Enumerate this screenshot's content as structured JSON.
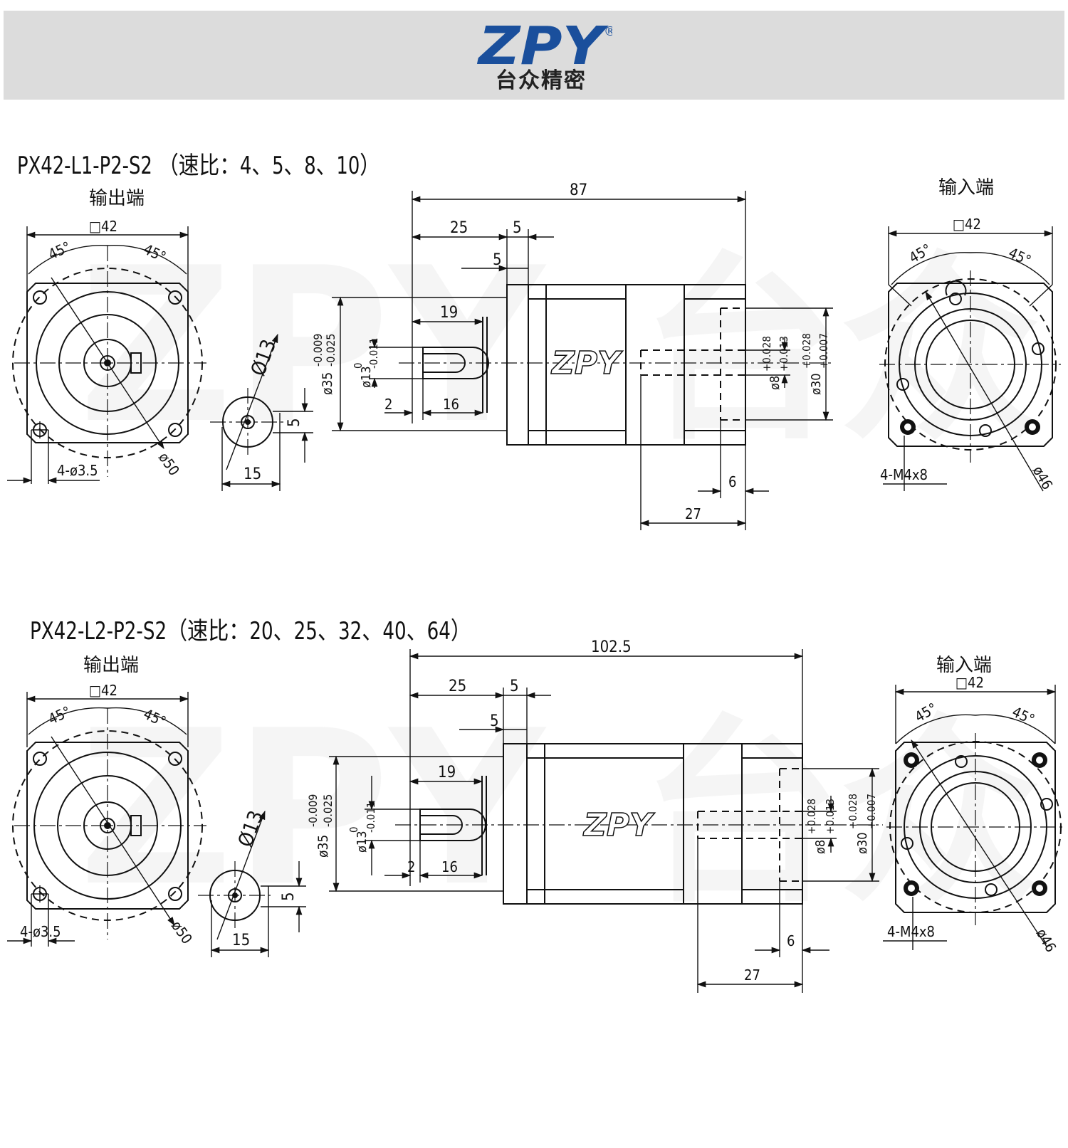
{
  "brand": {
    "name": "ZPY",
    "registered": "®",
    "subtitle": "台众精密",
    "colors": {
      "blue": "#1a4f9c",
      "header_bg": "#dcdcdc",
      "line": "#111111"
    }
  },
  "sections": [
    {
      "title": "PX42-L1-P2-S2 （速比：4、5、8、10）",
      "output_label": "输出端",
      "input_label": "输入端",
      "output_flange": {
        "square": "□42",
        "angle_left": "45°",
        "angle_right": "45°",
        "holes": "4-ø3.5",
        "pcd": "ø50"
      },
      "key": {
        "diameter": "Ø13",
        "width": "15",
        "height": "5"
      },
      "side": {
        "overall": "87",
        "d25": "25",
        "d5a": "5",
        "d5b": "5",
        "d19": "19",
        "d2": "2",
        "d16": "16",
        "pilot": "ø35",
        "pilot_tol_up": "-0.009",
        "pilot_tol_low": "-0.025",
        "shaft": "ø13",
        "shaft_tol_up": "0",
        "shaft_tol_low": "-0.011",
        "bore": "ø8",
        "bore_tol_up": "+0.028",
        "bore_tol_low": "+0.013",
        "input_pilot": "ø30",
        "input_pilot_tol_up": "+0.028",
        "input_pilot_tol_low": "+0.007",
        "d6": "6",
        "d27": "27"
      },
      "input_flange": {
        "square": "□42",
        "angle_left": "45°",
        "angle_right": "45°",
        "holes": "4-M4x8",
        "pcd": "ø46"
      }
    },
    {
      "title": "PX42-L2-P2-S2（速比：20、25、32、40、64）",
      "output_label": "输出端",
      "input_label": "输入端",
      "output_flange": {
        "square": "□42",
        "angle_left": "45°",
        "angle_right": "45°",
        "holes": "4-ø3.5",
        "pcd": "ø50"
      },
      "key": {
        "diameter": "Ø13",
        "width": "15",
        "height": "5"
      },
      "side": {
        "overall": "102.5",
        "d25": "25",
        "d5a": "5",
        "d5b": "5",
        "d19": "19",
        "d2": "2",
        "d16": "16",
        "pilot": "ø35",
        "pilot_tol_up": "-0.009",
        "pilot_tol_low": "-0.025",
        "shaft": "ø13",
        "shaft_tol_up": "0",
        "shaft_tol_low": "-0.011",
        "bore": "ø8",
        "bore_tol_up": "+0.028",
        "bore_tol_low": "+0.013",
        "input_pilot": "ø30",
        "input_pilot_tol_up": "+0.028",
        "input_pilot_tol_low": "+0.007",
        "d6": "6",
        "d27": "27"
      },
      "input_flange": {
        "square": "□42",
        "angle_left": "45°",
        "angle_right": "45°",
        "holes": "4-M4x8",
        "pcd": "ø46"
      }
    }
  ]
}
